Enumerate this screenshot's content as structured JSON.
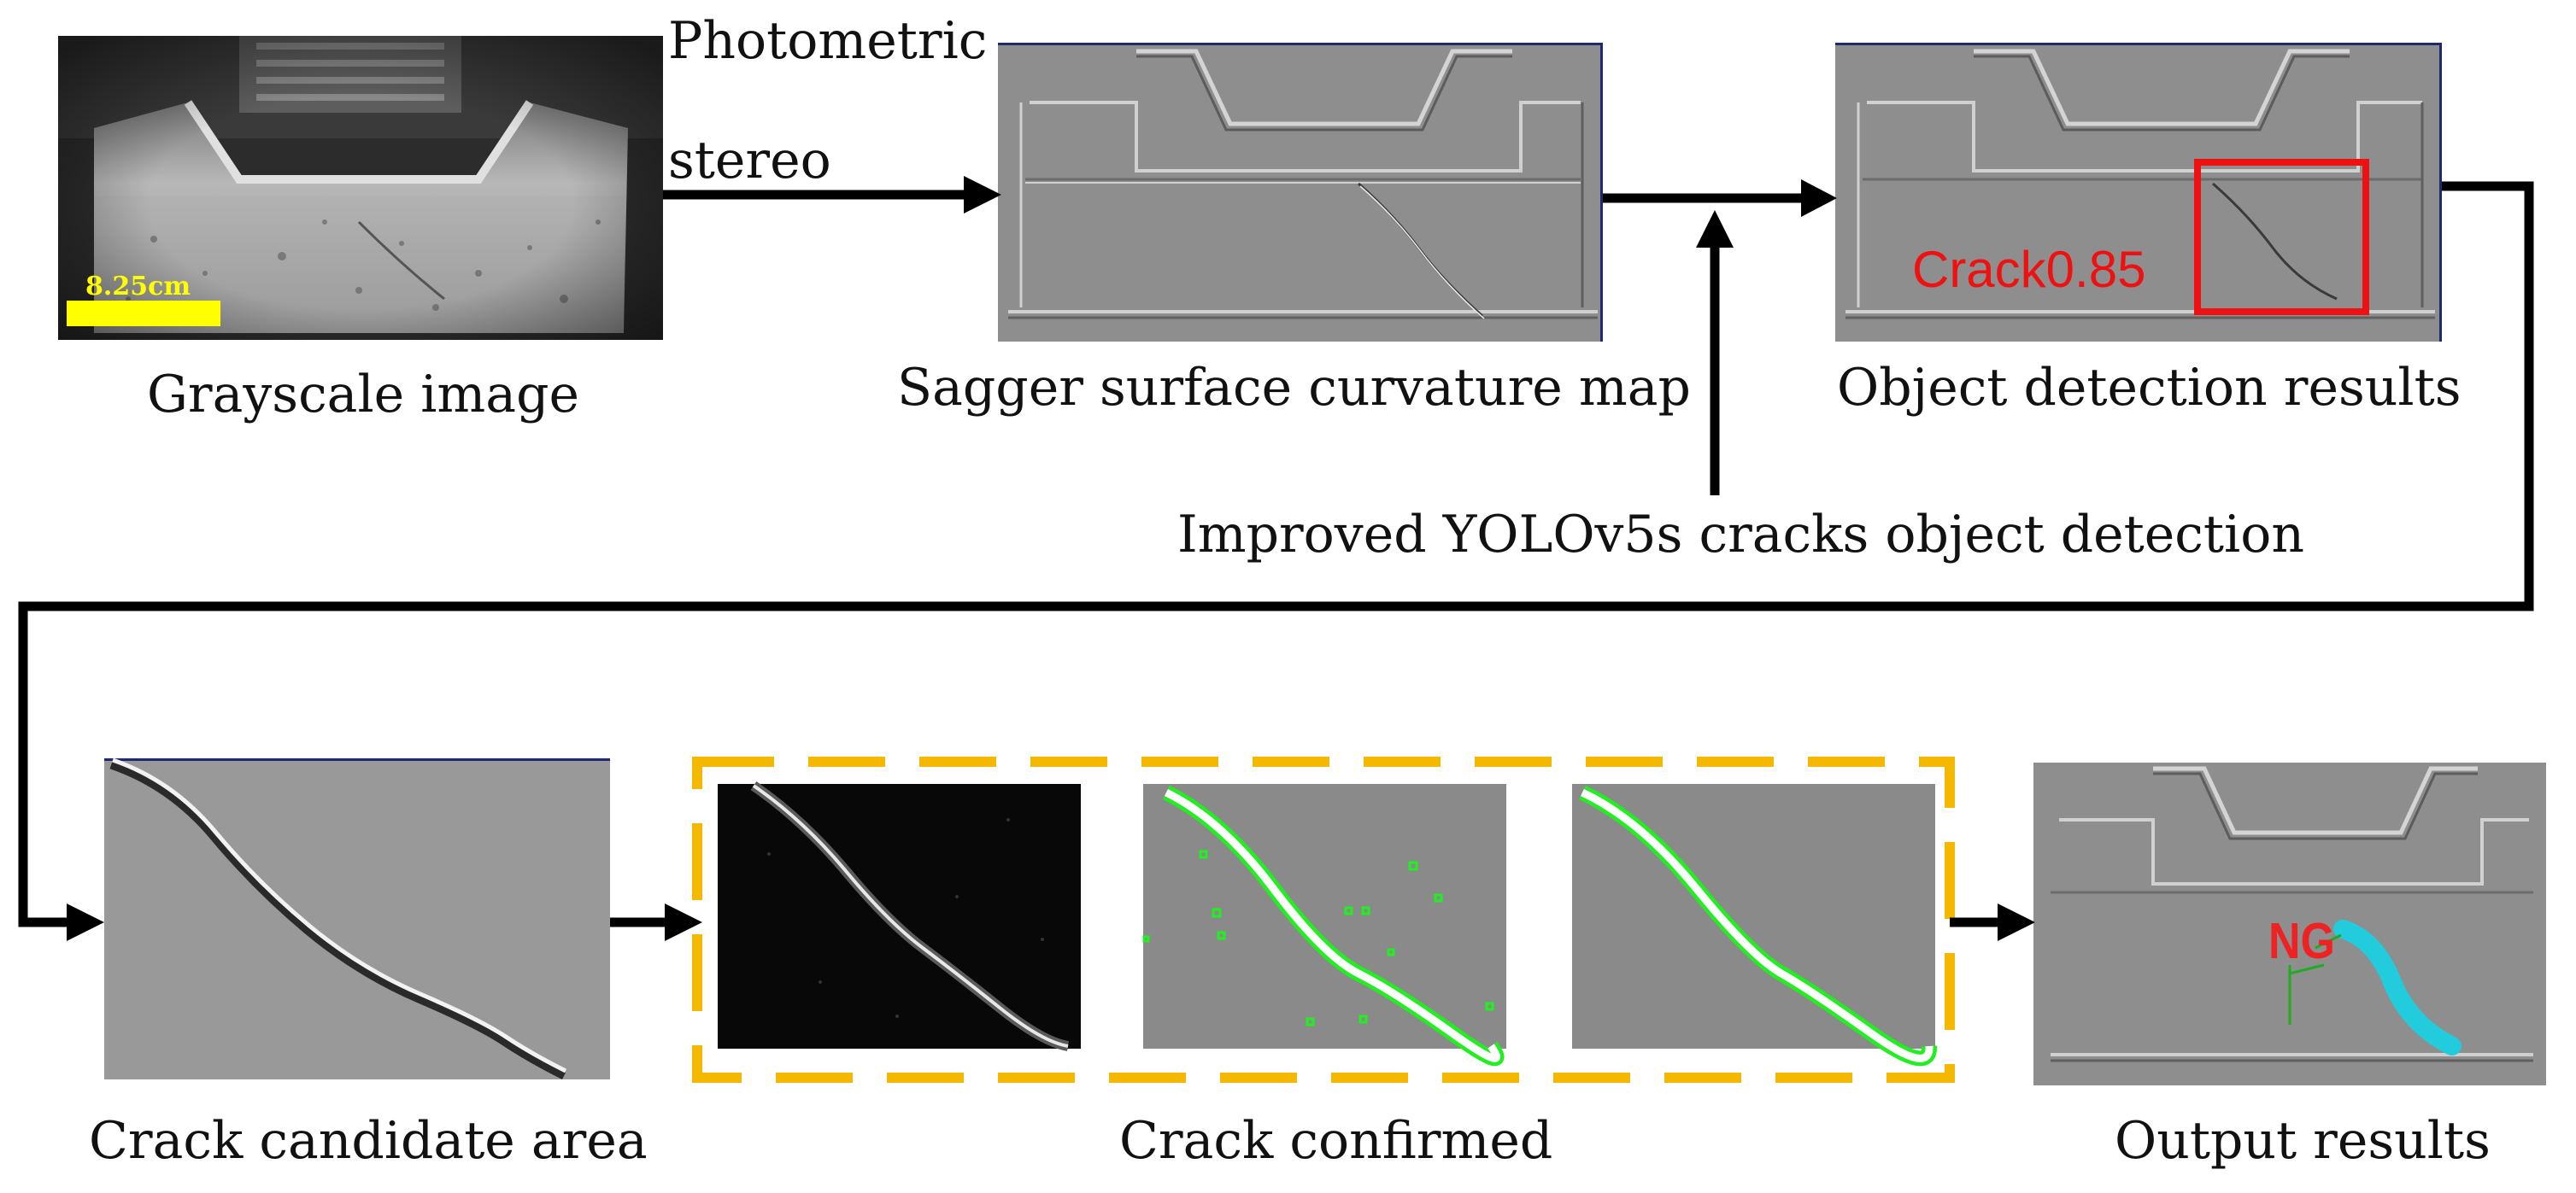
{
  "steps": {
    "grayscale": {
      "caption": "Grayscale image",
      "scale_label": "8.25cm"
    },
    "photometric": {
      "line1": "Photometric",
      "line2": "stereo"
    },
    "curvature": {
      "caption": "Sagger surface curvature map"
    },
    "detection": {
      "caption": "Object detection results",
      "box_label": "Crack0.85"
    },
    "yolo": {
      "caption": "Improved YOLOv5s cracks object detection"
    },
    "candidate": {
      "caption": "Crack candidate area"
    },
    "confirmed": {
      "caption": "Crack confirmed"
    },
    "output": {
      "caption": "Output results",
      "ng_label": "NG"
    }
  },
  "colors": {
    "arrow": "#000000",
    "detection_box": "#ee1111",
    "scale_bar": "#ffff00",
    "dashed_frame": "#f5b800",
    "crack_outline_green": "#22ee22",
    "crack_highlight_cyan": "#22ccdd",
    "ng_text": "#ee2222",
    "panel_border": "#1e2a6e"
  }
}
